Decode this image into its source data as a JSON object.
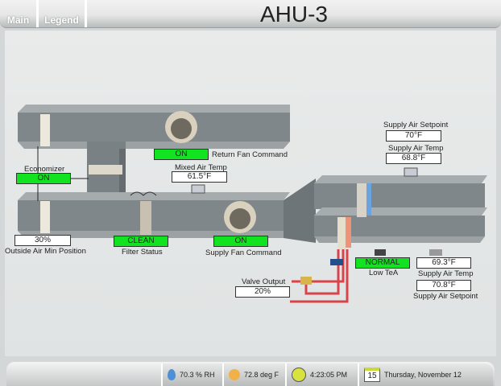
{
  "header": {
    "tabs": [
      {
        "label": "Main"
      },
      {
        "label": "Legend"
      }
    ],
    "title": "AHU-3"
  },
  "economizer": {
    "label": "Economizer",
    "value": "ON"
  },
  "outside_air_min": {
    "label": "Outside Air Min Position",
    "value": "30%"
  },
  "filter": {
    "label": "Filter Status",
    "value": "CLEAN"
  },
  "return_fan": {
    "label": "Return Fan Command",
    "value": "ON"
  },
  "mixed_air": {
    "label": "Mixed Air Temp",
    "value": "61.5°F"
  },
  "supply_fan": {
    "label": "Supply Fan Command",
    "value": "ON"
  },
  "upper_setpoint": {
    "label": "Supply Air Setpoint",
    "value": "70°F"
  },
  "upper_supply_temp": {
    "label": "Supply Air Temp",
    "value": "68.8°F"
  },
  "low_tea": {
    "label": "Low TeA",
    "value": "NORMAL"
  },
  "lower_supply_temp": {
    "label": "Supply Air Temp",
    "value": "69.3°F"
  },
  "lower_setpoint": {
    "label": "Supply Air Setpoint",
    "value": "70.8°F"
  },
  "valve": {
    "label": "Valve Output",
    "value": "20%"
  },
  "footer": {
    "humidity": "70.3 % RH",
    "temperature": "72.8 deg F",
    "time": "4:23:05 PM",
    "date": "Thursday, November 12",
    "calendar_day": "15"
  },
  "colors": {
    "status_green": "#11e321",
    "duct": "#878d91",
    "pipe": "#d9434a"
  }
}
